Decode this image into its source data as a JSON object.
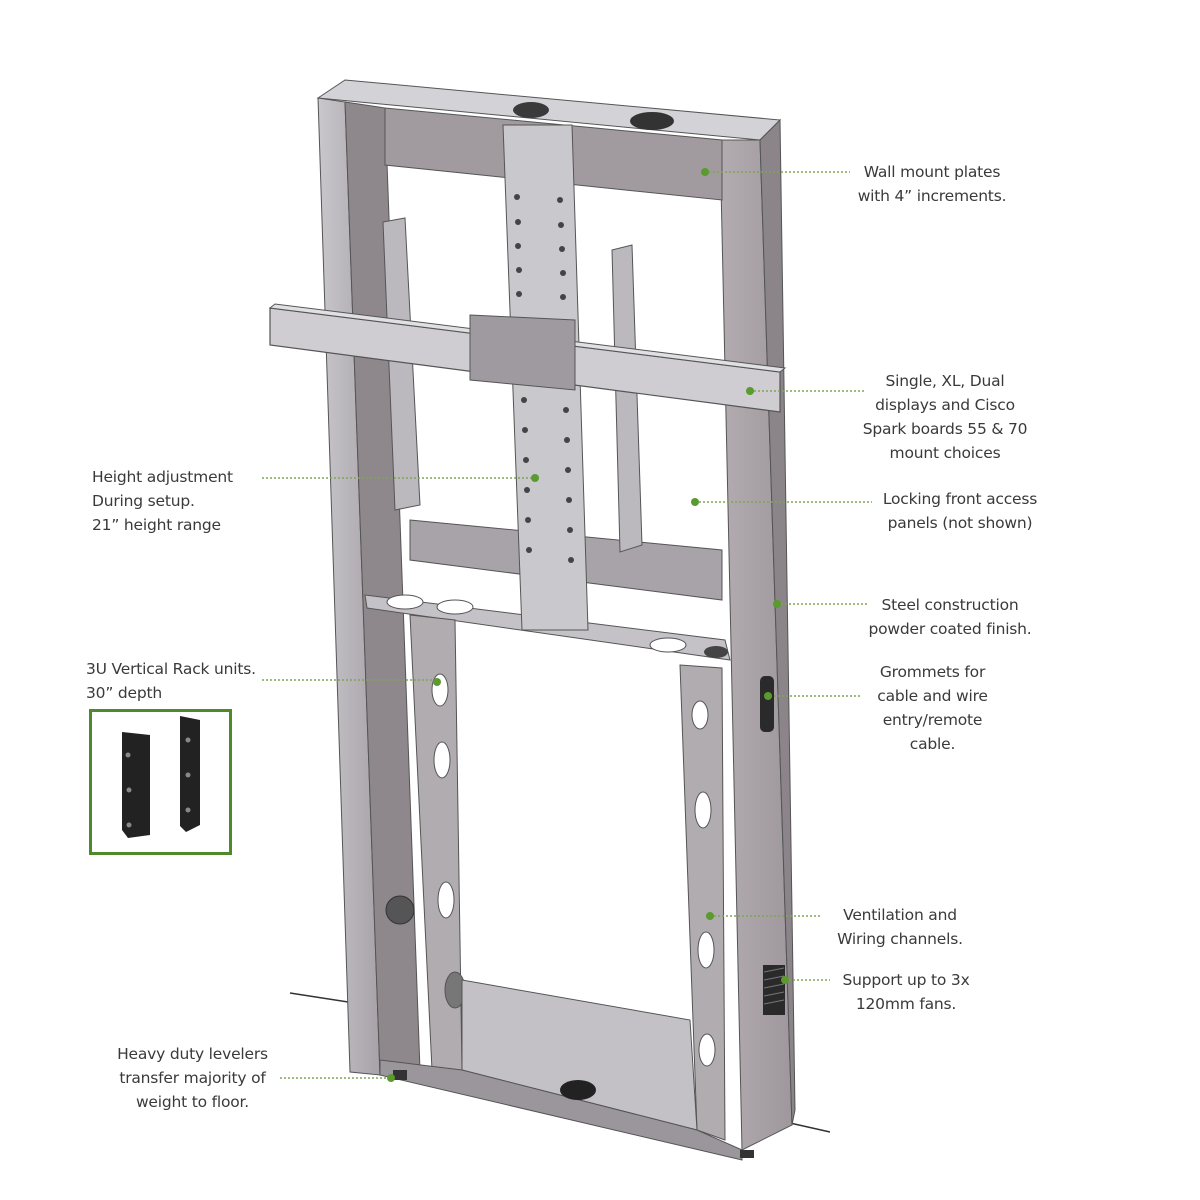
{
  "diagram": {
    "subject": "Floor-standing display mount frame with rack units",
    "accent_color": "#5a9a2e",
    "frame_color": "#b9b6bb",
    "callouts": {
      "wall_mount": {
        "lines": [
          "Wall mount plates",
          "with  4” increments."
        ]
      },
      "display_choices": {
        "lines": [
          "Single, XL, Dual",
          "displays and Cisco",
          "Spark boards 55 & 70",
          "mount choices"
        ]
      },
      "height_adjust": {
        "lines": [
          "Height adjustment",
          "During setup.",
          "21” height range"
        ]
      },
      "locking_panels": {
        "lines": [
          "Locking front access",
          "panels (not shown)"
        ]
      },
      "steel": {
        "lines": [
          "Steel construction",
          "powder coated finish."
        ]
      },
      "rack_units": {
        "lines": [
          "3U Vertical Rack units.",
          "30” depth"
        ]
      },
      "grommets": {
        "lines": [
          "Grommets for",
          "cable and wire",
          "entry/remote",
          "cable."
        ]
      },
      "ventilation": {
        "lines": [
          "Ventilation and",
          "Wiring channels."
        ]
      },
      "fans": {
        "lines": [
          "Support up to 3x",
          "120mm fans."
        ]
      },
      "levelers": {
        "lines": [
          "Heavy duty levelers",
          "transfer majority of",
          "weight to floor."
        ]
      }
    },
    "inset": {
      "name": "rack-rails-inset",
      "description": "Two black vertical rack rails"
    }
  }
}
